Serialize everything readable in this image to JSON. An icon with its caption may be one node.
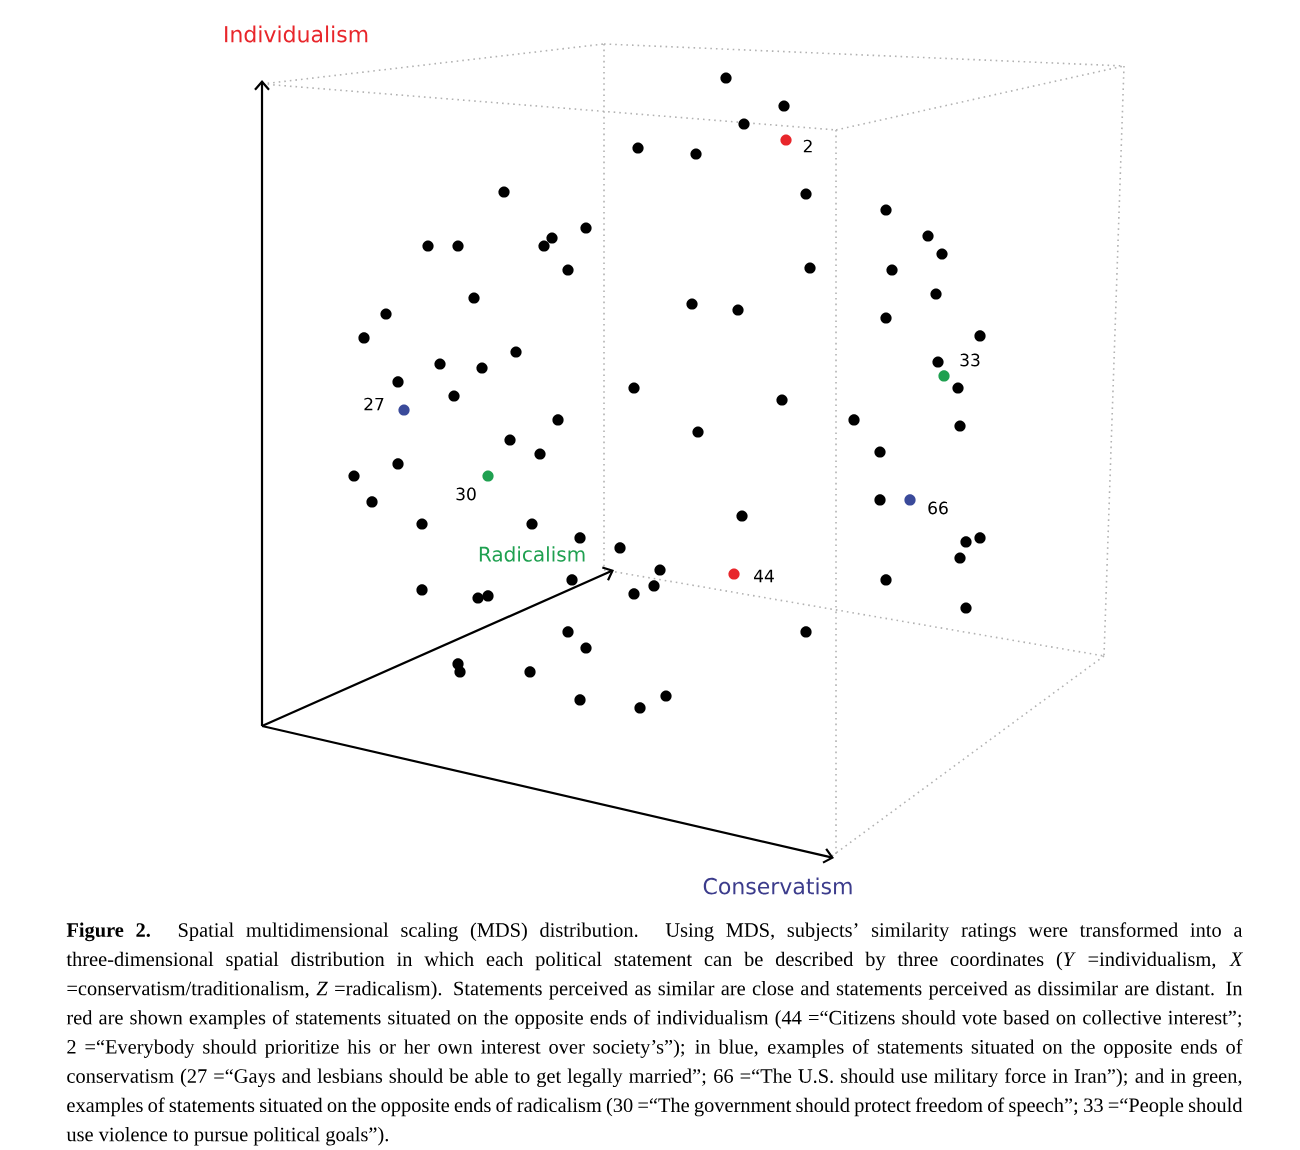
{
  "diagram": {
    "caption": "**Figure 2.** Spatial multidimensional scaling (MDS) distribution. Using MDS, subjects’ similarity ratings were transformed into a three-dimensional spatial distribution in which each political statement can be described by three coordinates (*Y* =individualism, *X* =conservatism/traditionalism, *Z* =radicalism). Statements perceived as similar are close and statements perceived as dissimilar are distant. In red are shown examples of statements situated on the opposite ends of individualism (44 =“Citizens should vote based on collective interest”; 2 =“Everybody should prioritize his or her own interest over society’s”); in blue, examples of statements situated on the opposite ends of conservatism (27 =“Gays and lesbians should be able to get legally married”; 66 =“The U.S. should use military force in Iran”); and in green, examples of statements situated on the opposite ends of radicalism (30 =“The government should protect freedom of speech”; 33 =“People should use violence to pursue political goals”).",
    "labels": [
      "Individualism",
      "2",
      "33",
      "27",
      "30",
      "66",
      "Radicalism",
      "44",
      "Conservatism"
    ]
  }
}
